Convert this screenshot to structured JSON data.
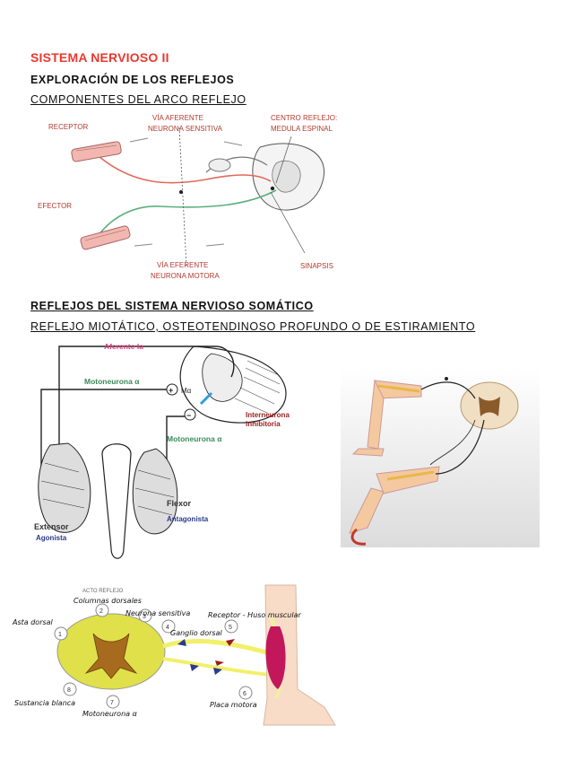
{
  "page": {
    "title": "SISTEMA NERVIOSO II",
    "subtitle": "EXPLORACIÓN DE LOS REFLEJOS",
    "section1": "COMPONENTES DEL ARCO REFLEJO",
    "section2": "REFLEJOS DEL SISTEMA NERVIOSO SOMÁTICO",
    "section3": "REFLEJO MIOTÁTICO, OSTEOTENDINOSO PROFUNDO O DE ESTIRAMIENTO"
  },
  "fig1": {
    "receptor": "RECEPTOR",
    "afferent1": "VÍA AFERENTE",
    "afferent2": "NEURONA SENSITIVA",
    "center1": "CENTRO REFLEJO:",
    "center2": "MEDULA ESPINAL",
    "effector": "EFECTOR",
    "efferent1": "VÍA EFERENTE",
    "efferent2": "NEURONA MOTORA",
    "synapse": "SINAPSIS"
  },
  "fig2": {
    "afferent": "Aferente Ia",
    "motoneuron1": "Motoneurona α",
    "motoneuron2": "Motoneurona α",
    "interneuron1": "Interneurona",
    "interneuron2": "inhibitoria",
    "ma": "Mα",
    "plus": "+",
    "minus": "−",
    "flexor": "Flexor",
    "antagonist": "Antagonista",
    "extensor": "Extensor",
    "agonist": "Agonista"
  },
  "fig4": {
    "header": "ACTO REFLEJO",
    "n1": "1",
    "n2": "2",
    "n3": "3",
    "n4": "4",
    "n5": "5",
    "n6": "6",
    "n7": "7",
    "n8": "8",
    "asta": "Asta dorsal",
    "columnas": "Columnas dorsales",
    "neurona": "Neurona sensitiva",
    "ganglio": "Ganglio dorsal",
    "receptor": "Receptor - Huso muscular",
    "sustancia": "Sustancia blanca",
    "motoneurona": "Motoneurona α",
    "placa": "Placa motora"
  },
  "colors": {
    "title": "#e8392f",
    "afferent": "#d6437e",
    "motor": "#3c8a5a",
    "inhib": "#9b1c1c",
    "agonist": "#2a3a8c"
  }
}
